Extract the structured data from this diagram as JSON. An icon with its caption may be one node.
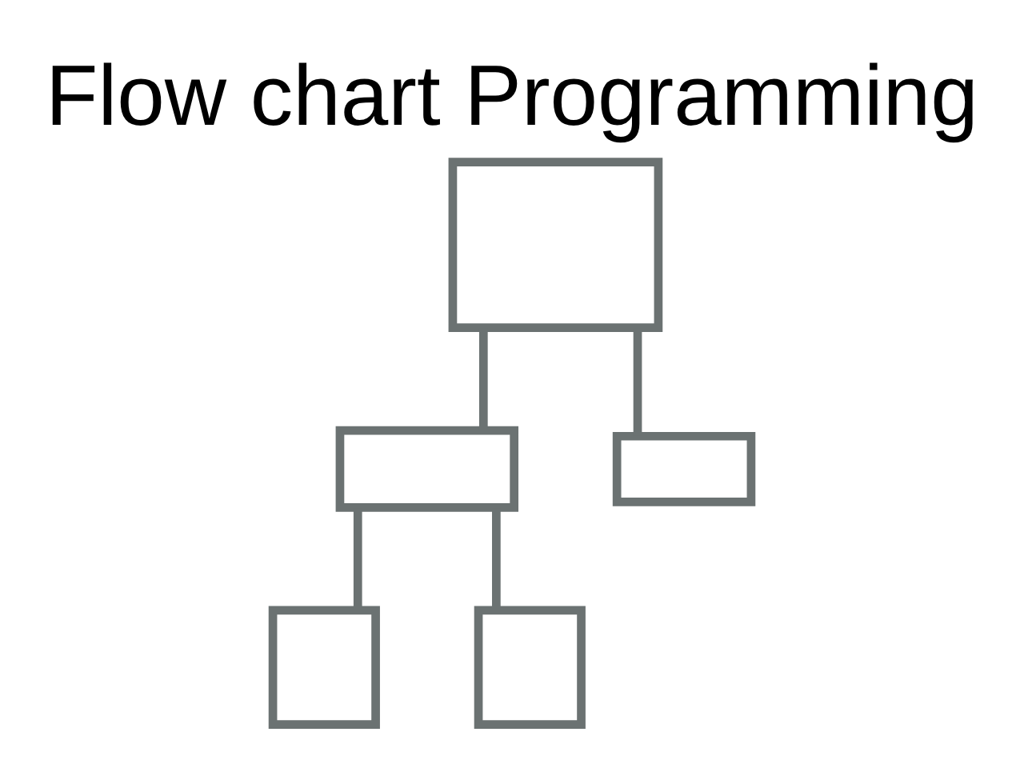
{
  "diagram": {
    "title": "Flow chart Programming",
    "nodes": [
      {
        "text": [],
        "shape": "box"
      },
      {
        "text": [],
        "shape": "box"
      },
      {
        "text": [],
        "shape": "box"
      },
      {
        "text": [],
        "shape": "box"
      },
      {
        "text": [],
        "shape": "box"
      }
    ],
    "edges": [
      {
        "from": 0,
        "to": 1,
        "arrow": "none"
      },
      {
        "from": 0,
        "to": 2,
        "arrow": "none"
      },
      {
        "from": 1,
        "to": 3,
        "arrow": "none"
      },
      {
        "from": 1,
        "to": 4,
        "arrow": "none"
      }
    ]
  }
}
